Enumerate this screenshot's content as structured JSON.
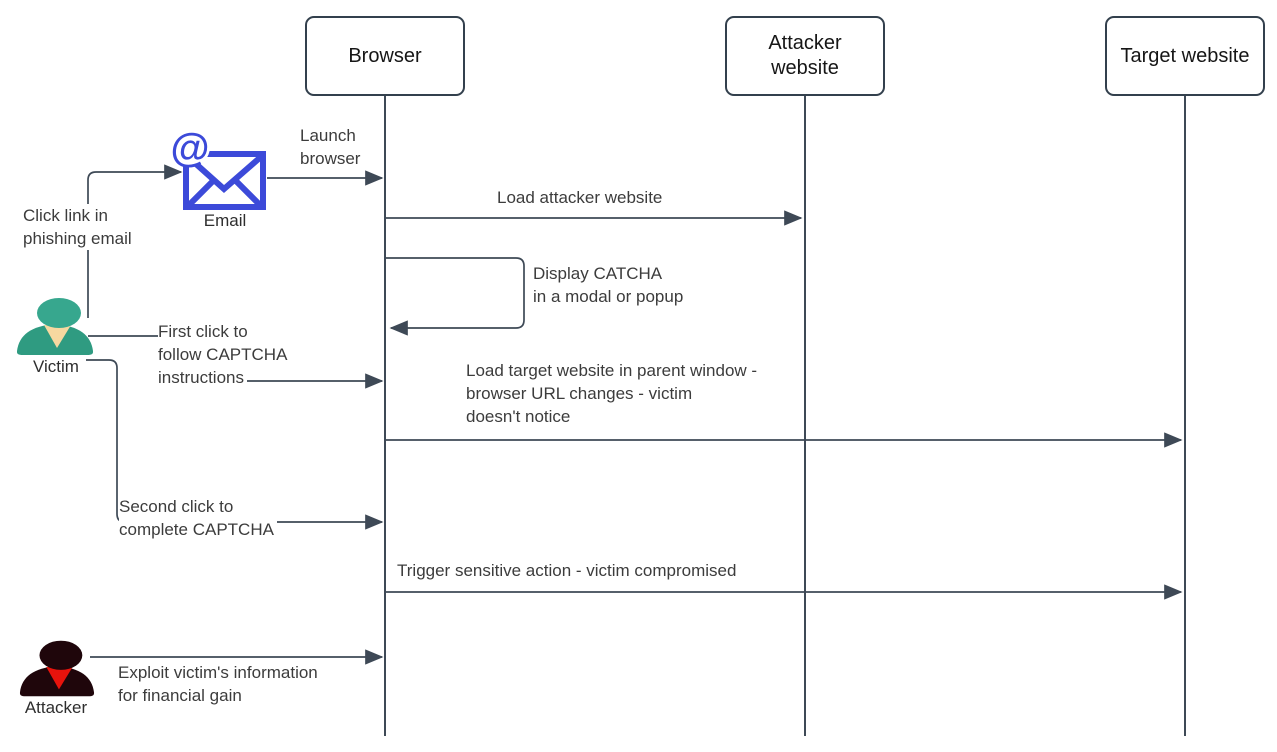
{
  "participants": [
    {
      "id": "browser",
      "lines": [
        "Browser"
      ]
    },
    {
      "id": "attacker-website",
      "lines": [
        "Attacker",
        "website"
      ]
    },
    {
      "id": "target-website",
      "lines": [
        "Target website"
      ]
    }
  ],
  "actors": {
    "email": {
      "label": "Email"
    },
    "victim": {
      "label": "Victim"
    },
    "attacker": {
      "label": "Attacker"
    }
  },
  "messages": {
    "click_link": {
      "lines": [
        "Click link in",
        "phishing email"
      ]
    },
    "launch_browser": {
      "lines": [
        "Launch",
        "browser"
      ]
    },
    "load_attacker": {
      "text": "Load attacker website"
    },
    "display_captcha": {
      "lines": [
        "Display CATCHA",
        "in a modal or popup"
      ]
    },
    "first_click": {
      "lines": [
        "First click to",
        "follow CAPTCHA",
        "instructions"
      ]
    },
    "load_target": {
      "lines": [
        "Load target website in parent window -",
        "browser URL changes - victim",
        "doesn't notice"
      ]
    },
    "second_click": {
      "lines": [
        "Second click to",
        "complete CAPTCHA"
      ]
    },
    "trigger_action": {
      "text": "Trigger sensitive action - victim compromised"
    },
    "exploit": {
      "lines": [
        "Exploit victim's information",
        "for financial gain"
      ]
    }
  },
  "colors": {
    "connector_line": "#3e4956",
    "box_border": "#33404d",
    "label_text": "#3c3c3c",
    "email_blue": "#3c4ad9",
    "victim_teal_head": "#37a78e",
    "victim_teal_body": "#2f9b81",
    "victim_collar": "#f6d8a0",
    "attacker_dark": "#1f060b",
    "attacker_collar": "#e7130c"
  }
}
